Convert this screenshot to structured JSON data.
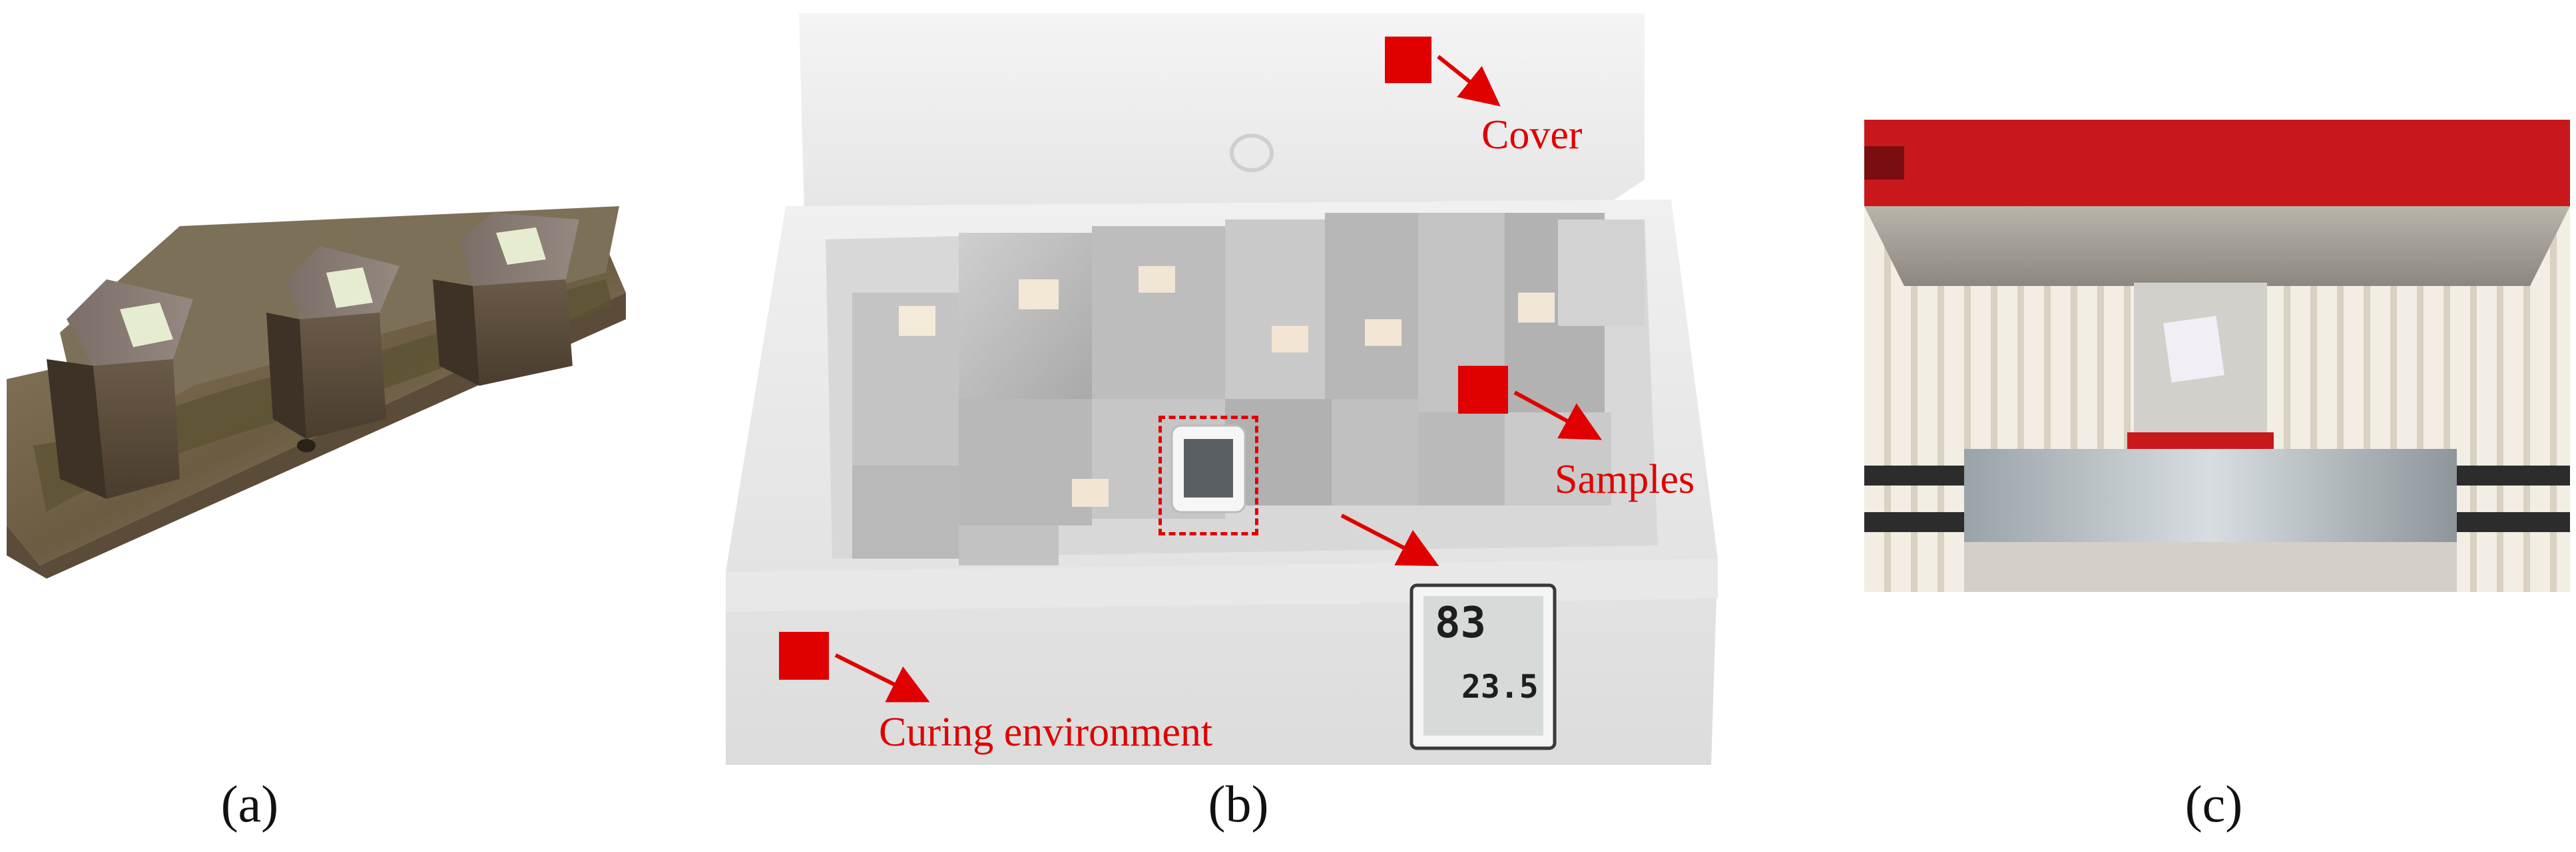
{
  "figure": {
    "panels": [
      {
        "id": "a",
        "caption": "(a)",
        "scene": "mold-with-cubic-samples-on-base"
      },
      {
        "id": "b",
        "caption": "(b)",
        "scene": "polystyrene-curing-box-with-samples"
      },
      {
        "id": "c",
        "caption": "(c)",
        "scene": "compression-test-of-cube"
      }
    ],
    "annotations": {
      "cover": "Cover",
      "samples": "Samples",
      "curing_environment": "Curing environment"
    },
    "hygrometer": {
      "humidity": "83",
      "temperature": "23.5"
    },
    "colors": {
      "annotation": "#e00000",
      "press_red": "#c8181c",
      "polystyrene": "#eeeeee"
    }
  }
}
